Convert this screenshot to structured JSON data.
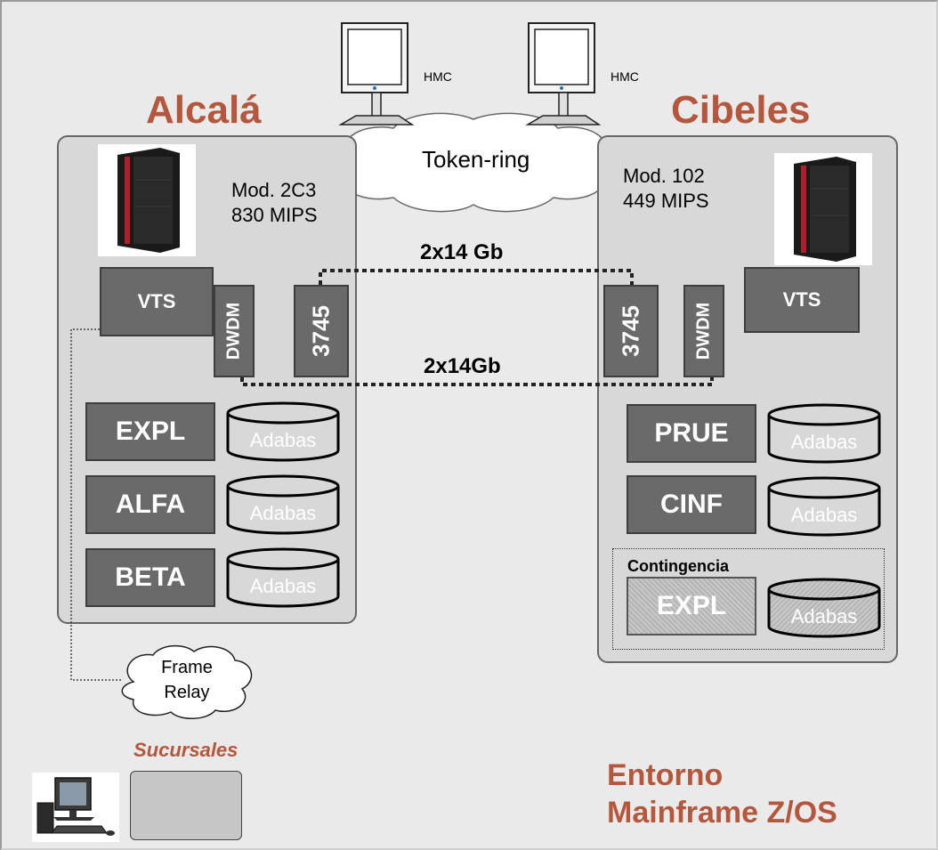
{
  "sites": {
    "alcala": {
      "title": "Alcalá",
      "model": "Mod. 2C3",
      "mips": "830 MIPS",
      "vts": "VTS",
      "dwdm": "DWDM",
      "controller": "3745",
      "systems": [
        "EXPL",
        "ALFA",
        "BETA"
      ],
      "db_label": "Adabas"
    },
    "cibeles": {
      "title": "Cibeles",
      "model": "Mod. 102",
      "mips": "449 MIPS",
      "vts": "VTS",
      "dwdm": "DWDM",
      "controller": "3745",
      "systems": [
        "PRUE",
        "CINF"
      ],
      "db_label": "Adabas",
      "contingency": {
        "label": "Contingencia",
        "system": "EXPL",
        "db_label": "Adabas"
      }
    }
  },
  "hmc": [
    "HMC",
    "HMC"
  ],
  "network": {
    "token_ring": "Token-ring",
    "link_top": "2x14 Gb",
    "link_bottom": "2x14Gb",
    "frame_relay": [
      "Frame",
      "Relay"
    ]
  },
  "branches": {
    "label": "Sucursales"
  },
  "footer": {
    "line1": "Entorno",
    "line2": "Mainframe Z/OS"
  },
  "colors": {
    "accent": "#b5573d",
    "panel": "#d8d8d8",
    "box": "#6a6a6a",
    "background": "#eaeaea"
  }
}
